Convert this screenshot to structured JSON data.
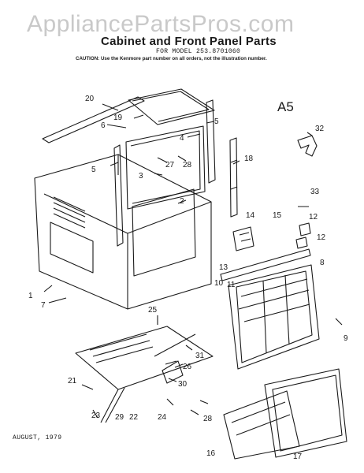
{
  "watermark": "AppliancePartsPros.com",
  "header": {
    "title": "Cabinet and Front Panel Parts",
    "model": "FOR MODEL 253.8701060",
    "caution": "CAUTION: Use the Kenmore part number on all orders, not the illustration number."
  },
  "diagram_code": "A5",
  "date": "AUGUST, 1979",
  "callouts": [
    "20",
    "19",
    "6",
    "4",
    "5",
    "5",
    "18",
    "27",
    "28",
    "3",
    "2",
    "32",
    "33",
    "14",
    "15",
    "12",
    "12",
    "13",
    "8",
    "10",
    "11",
    "1",
    "7",
    "25",
    "31",
    "26",
    "9",
    "21",
    "30",
    "23",
    "29",
    "22",
    "24",
    "28",
    "16",
    "17"
  ],
  "colors": {
    "ink": "#1a1a1a",
    "watermark": "#c9c9c9",
    "paper": "#ffffff"
  }
}
